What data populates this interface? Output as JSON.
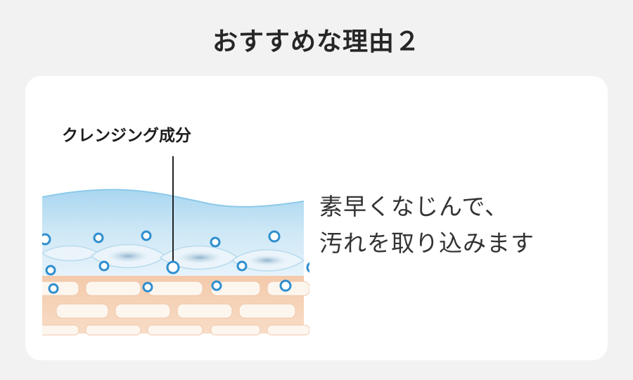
{
  "title": "おすすめな理由２",
  "diagram": {
    "callout_label": "クレンジング成分",
    "colors": {
      "gel": "#bfe0f2",
      "gel_edge": "#9fd0ec",
      "skin": "#f6d3b8",
      "cell": "#fdf5ee",
      "bubble": "#2f8fcf",
      "leader": "#222222"
    }
  },
  "description": {
    "line1": "素早くなじんで、",
    "line2": "汚れを取り込みます"
  }
}
